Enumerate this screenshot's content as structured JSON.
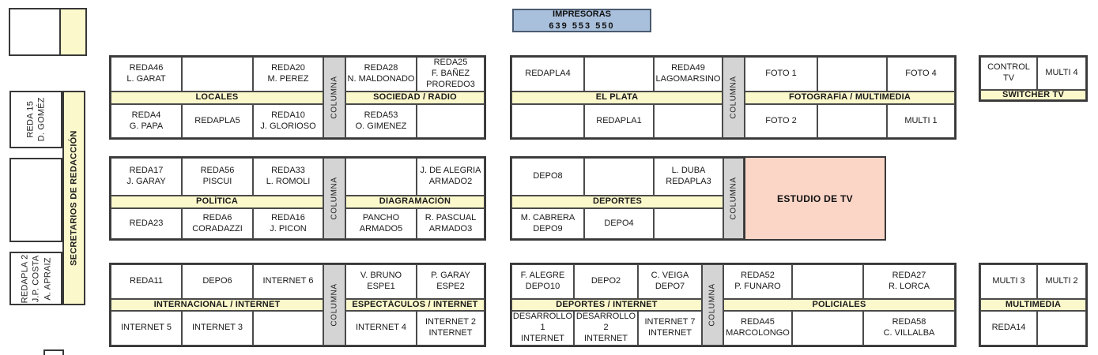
{
  "colors": {
    "band-yellow": "#fbf8cb",
    "columna-gray": "#d4d4d4",
    "printer-blue": "#a9c0dc",
    "studio-pink": "#fbd5c6"
  },
  "column_label": "COLUMNA",
  "printer_box": {
    "title": "IMPRESORAS",
    "numbers": "639  553  550"
  },
  "sidebar": {
    "strip_label": "SECRETARIOS DE REDACCIÓN",
    "desk_top": "REDA 15\nD. GOMÉZ",
    "desk_middle": "",
    "desk_bottom": "REDAPLA 2\nJ.P. COSTA\nA. APRAIZ"
  },
  "studio": {
    "label": "ESTUDIO DE TV"
  },
  "groups": {
    "locales_sociedad": {
      "left_band": "LOCALES",
      "right_band": "SOCIEDAD / RADIO",
      "left_top": [
        "REDA46\nL. GARAT",
        "",
        "REDA20\nM. PEREZ"
      ],
      "left_bottom": [
        "REDA4\nG. PAPA",
        "REDAPLA5",
        "REDA10\nJ. GLORIOSO"
      ],
      "right_top": [
        "REDA28\nN. MALDONADO",
        "REDA25\nF. BAÑEZ\nPROREDO3"
      ],
      "right_bottom": [
        "REDA53\nO. GIMENEZ",
        ""
      ]
    },
    "elplata_foto": {
      "left_band": "EL PLATA",
      "right_band": "FOTOGRAFÍA / MULTIMEDIA",
      "left_top": [
        "REDAPLA4",
        "",
        "REDA49\nLAGOMARSINO"
      ],
      "left_bottom": [
        "",
        "REDAPLA1",
        ""
      ],
      "right_top": [
        "FOTO 1",
        "",
        "FOTO 4"
      ],
      "right_bottom": [
        "FOTO 2",
        "",
        "MULTI 1"
      ]
    },
    "switcher": {
      "band": "SWITCHER TV",
      "top": [
        "CONTROL TV",
        "MULTI 4"
      ]
    },
    "politica_diagramacion": {
      "left_band": "POLÍTICA",
      "right_band": "DIAGRAMACIÓN",
      "left_top": [
        "REDA17\nJ. GARAY",
        "REDA56\nPISCUI",
        "REDA33\nL. ROMOLI"
      ],
      "left_bottom": [
        "REDA23",
        "REDA6\nCORADAZZI",
        "REDA16\nJ. PICON"
      ],
      "right_top": [
        "",
        "J. DE ALEGRIA\nARMADO2"
      ],
      "right_bottom": [
        "PANCHO\nARMADO5",
        "R. PASCUAL\nARMADO3"
      ]
    },
    "deportes": {
      "band": "DEPORTES",
      "top": [
        "DEPO8",
        "",
        "L. DUBA\nREDAPLA3"
      ],
      "bottom": [
        "M. CABRERA\nDEPO9",
        "DEPO4",
        ""
      ]
    },
    "internacional_espectaculos": {
      "left_band": "INTERNACIONAL / INTERNET",
      "right_band": "ESPECTÁCULOS / INTERNET",
      "left_top": [
        "REDA11",
        "DEPO6",
        "INTERNET 6"
      ],
      "left_bottom": [
        "INTERNET 5",
        "INTERNET 3",
        ""
      ],
      "right_top": [
        "V. BRUNO\nESPE1",
        "P. GARAY\nESPE2"
      ],
      "right_bottom": [
        "INTERNET 4",
        "INTERNET 2\nINTERNET"
      ]
    },
    "deportesint_policiales": {
      "left_band": "DEPORTES / INTERNET",
      "right_band": "POLICIALES",
      "left_top": [
        "F. ALEGRE\nDEPO10",
        "DEPO2",
        "C. VEIGA\nDEPO7"
      ],
      "left_bottom": [
        "DESARROLLO 1\nINTERNET",
        "DESARROLLO 2\nINTERNET",
        "INTERNET 7\nINTERNET"
      ],
      "right_top": [
        "REDA52\nP. FUNARO",
        "",
        "REDA27\nR. LORCA"
      ],
      "right_bottom": [
        "REDA45\nMARCOLONGO",
        "",
        "REDA58\nC. VILLALBA"
      ]
    },
    "multimedia": {
      "band": "MULTIMEDIA",
      "top": [
        "MULTI 3",
        "MULTI 2"
      ],
      "bottom": [
        "REDA14",
        ""
      ]
    }
  }
}
